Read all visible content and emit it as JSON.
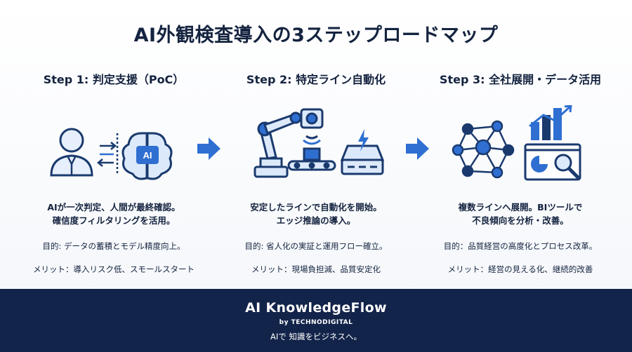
{
  "title": "AI外観検査導入の3ステップロードマップ",
  "colors": {
    "accent": "#2f6fd1",
    "dark": "#1a3a6e",
    "footer_bg": "#13244a"
  },
  "steps": [
    {
      "title": "Step 1: 判定支援（PoC）",
      "icons": [
        "person-icon",
        "brain-ai-icon"
      ],
      "brain_label": "AI",
      "desc_line1": "AIが一次判定、人間が最終確認。",
      "desc_line2": "確信度フィルタリングを活用。",
      "purpose": "目的: データの蓄積とモデル精度向上。",
      "merit": "メリット：導入リスク低、スモールスタート"
    },
    {
      "title": "Step 2: 特定ライン自動化",
      "icons": [
        "robot-arm-camera-icon",
        "edge-device-icon"
      ],
      "desc_line1": "安定したラインで自動化を開始。",
      "desc_line2": "エッジ推論の導入。",
      "purpose": "目的: 省人化の実証と運用フロー確立。",
      "merit": "メリット：現場負担減、品質安定化"
    },
    {
      "title": "Step 3: 全社展開・データ活用",
      "icons": [
        "network-icon",
        "bi-dashboard-icon"
      ],
      "desc_line1": "複数ラインへ展開。BIツールで",
      "desc_line2": "不良傾向を分析・改善。",
      "purpose": "目的：品質経営の高度化とプロセス改革。",
      "merit": "メリット：経営の見える化、継続的改善"
    }
  ],
  "footer": {
    "brand": "AI KnowledgeFlow",
    "by": "by TECHNODIGITAL",
    "tagline": "AIで 知識をビジネスへ。"
  }
}
